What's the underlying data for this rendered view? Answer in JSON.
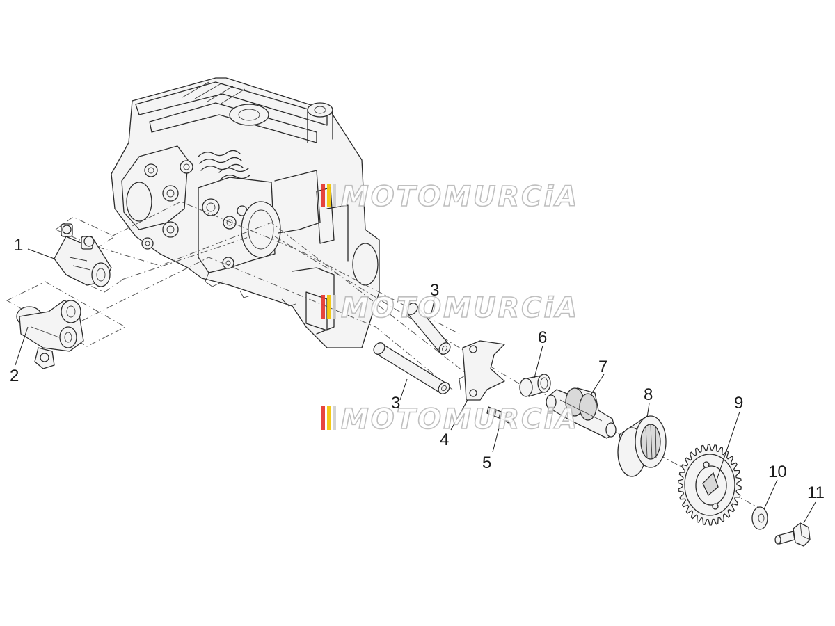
{
  "callouts": [
    {
      "id": "1",
      "text": "1"
    },
    {
      "id": "2",
      "text": "2"
    },
    {
      "id": "3a",
      "text": "3"
    },
    {
      "id": "3b",
      "text": "3"
    },
    {
      "id": "4",
      "text": "4"
    },
    {
      "id": "5",
      "text": "5"
    },
    {
      "id": "6",
      "text": "6"
    },
    {
      "id": "7",
      "text": "7"
    },
    {
      "id": "8",
      "text": "8"
    },
    {
      "id": "9",
      "text": "9"
    },
    {
      "id": "10",
      "text": "10"
    },
    {
      "id": "11",
      "text": "11"
    }
  ],
  "watermark": {
    "text": "MOTOMURCiA",
    "stripe_colors": [
      "#e5332a",
      "#f2c500",
      "#cfcfcf"
    ]
  }
}
